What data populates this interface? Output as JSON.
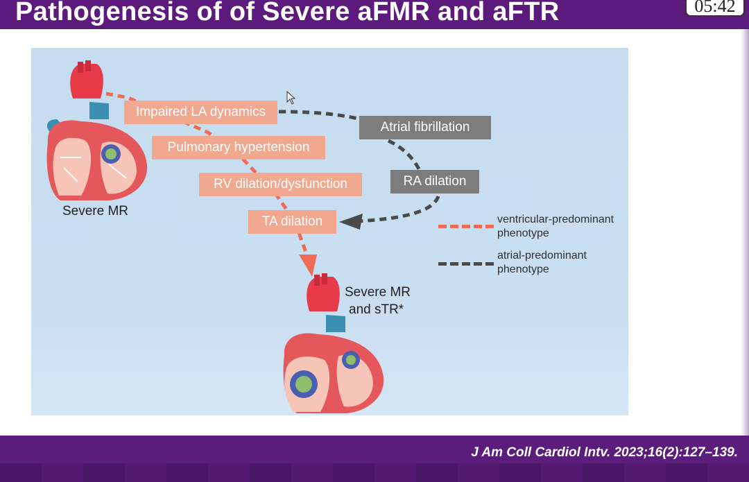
{
  "title": "Pathogenesis of of Severe aFMR and aFTR",
  "timer": "05:42",
  "citation": "J Am Coll Cardiol Intv. 2023;16(2):127–139.",
  "diagram": {
    "salmon_boxes": [
      "Impaired LA dynamics",
      "Pulmonary hypertension",
      "RV dilation/dysfunction",
      "TA dilation"
    ],
    "gray_boxes": [
      "Atrial fibrillation",
      "RA dilation"
    ],
    "heart_top_label": "Severe MR",
    "heart_bottom_label_line1": "Severe MR",
    "heart_bottom_label_line2": "and sTR*",
    "legend": [
      {
        "label": "ventricular-predominant phenotype",
        "color": "#ef6b55",
        "style": "dashed"
      },
      {
        "label": "atrial-predominant phenotype",
        "color": "#4a4a4a",
        "style": "dashed"
      }
    ]
  },
  "colors": {
    "purple": "#5c1a7d",
    "salmon_box": "#f2a88e",
    "gray_box": "#7c7c7c",
    "figure_bg": "#c6dcf0"
  }
}
